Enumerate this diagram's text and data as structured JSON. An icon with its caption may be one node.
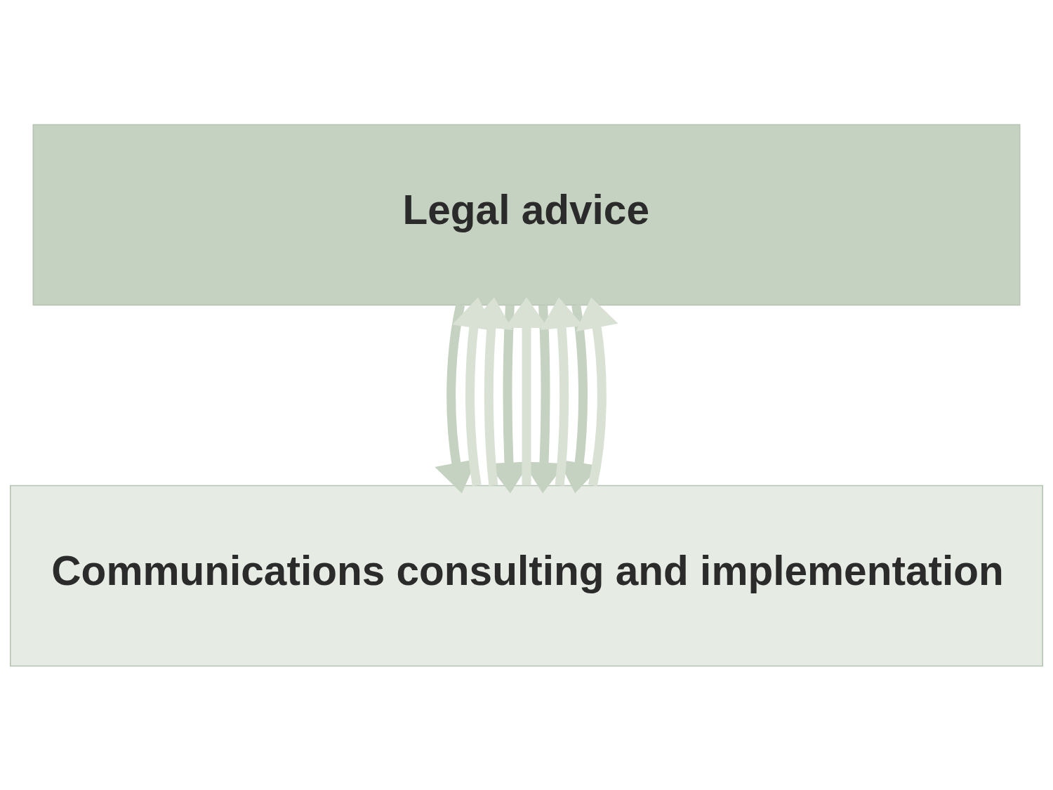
{
  "diagram": {
    "nodes": [
      {
        "text": [
          "Legal advice"
        ]
      },
      {
        "text": [
          "Communications consulting and implementation"
        ]
      }
    ],
    "edges": [
      {
        "from": 1,
        "to": 0,
        "arrow": "to"
      },
      {
        "from": 0,
        "to": 1,
        "arrow": "to",
        "color": "#c6d2c1"
      },
      {
        "from": 1,
        "to": 0,
        "arrow": "to"
      },
      {
        "from": 0,
        "to": 1,
        "arrow": "to",
        "color": "#c6d2c1"
      },
      {
        "from": 1,
        "to": 0,
        "arrow": "to"
      },
      {
        "from": 0,
        "to": 1,
        "arrow": "to",
        "color": "#c6d2c1"
      },
      {
        "from": 1,
        "to": 0,
        "arrow": "to"
      },
      {
        "from": 0,
        "to": 1,
        "arrow": "to",
        "color": "#c6d2c1"
      },
      {
        "from": 1,
        "to": 0,
        "arrow": "to"
      }
    ]
  }
}
